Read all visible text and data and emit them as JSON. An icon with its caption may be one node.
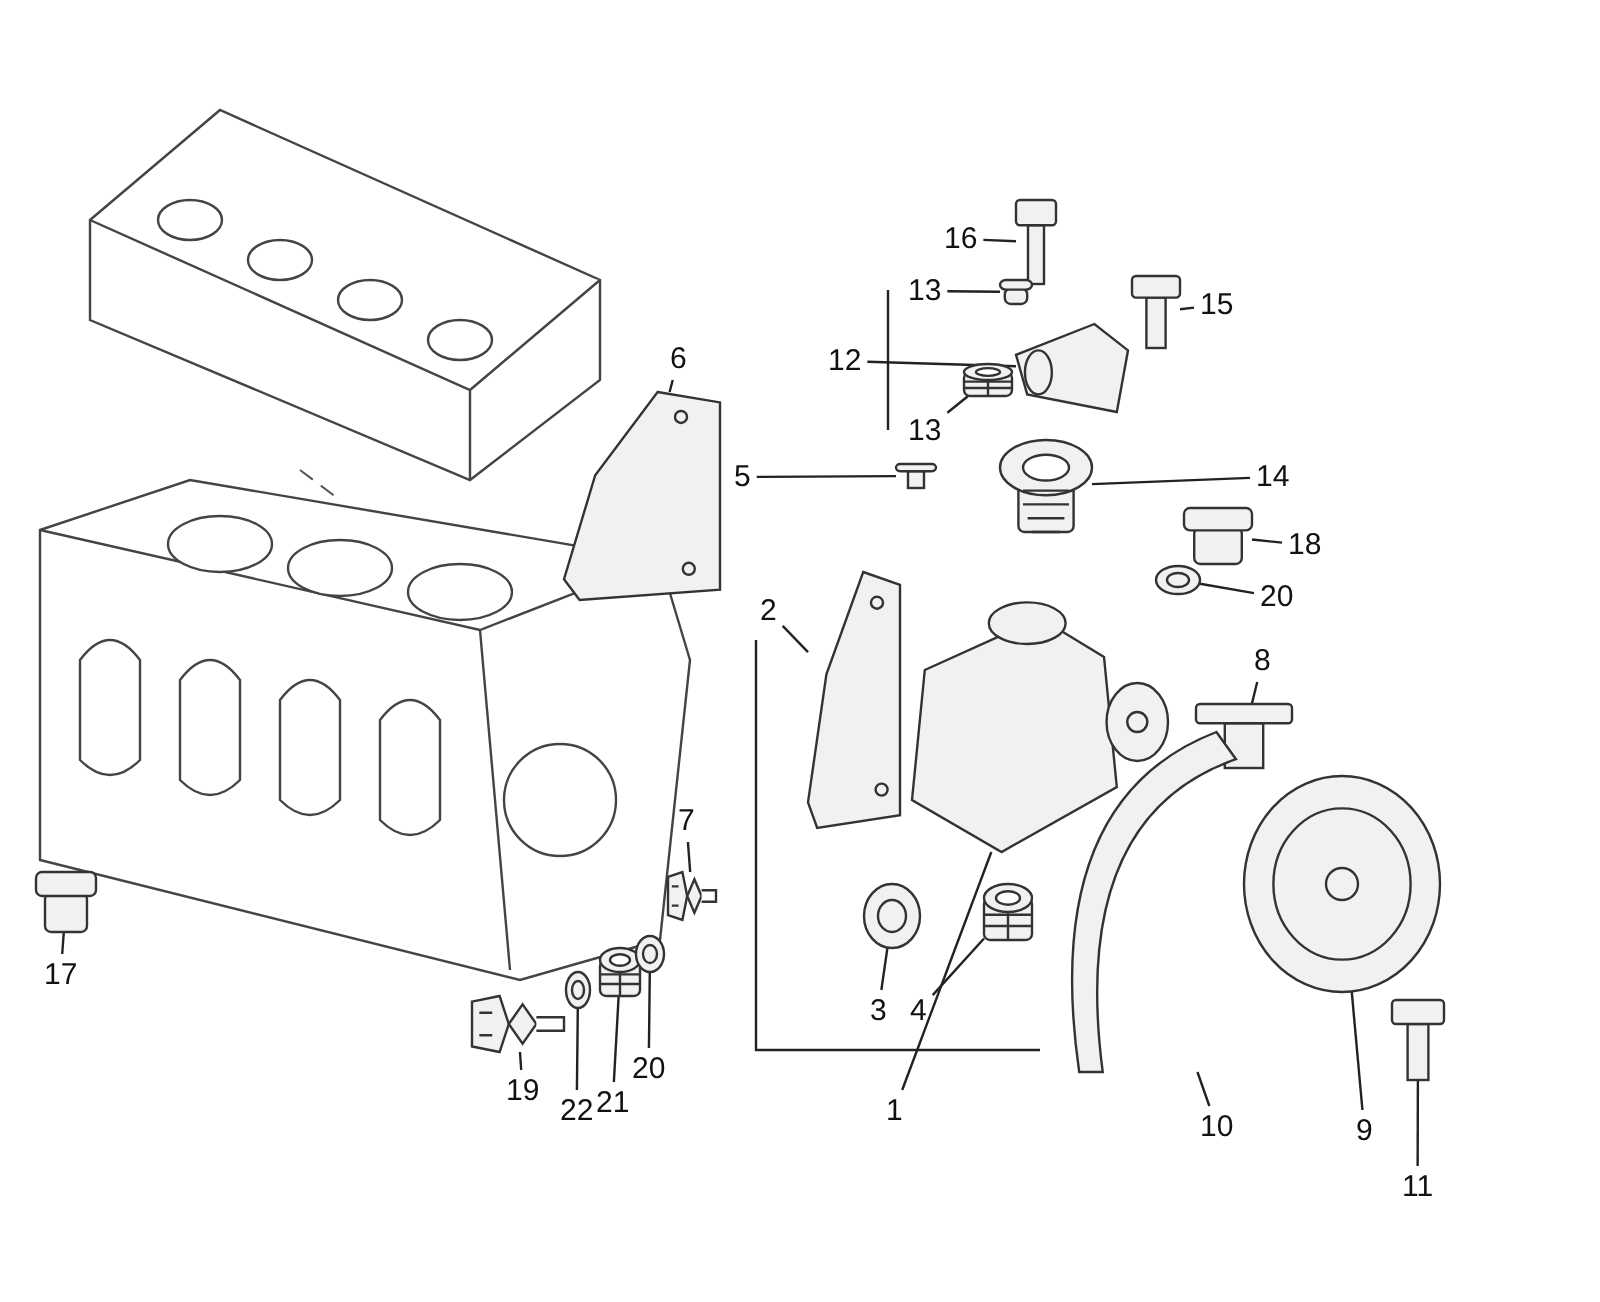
{
  "diagram": {
    "nodes": [
      {
        "text": [
          "16"
        ]
      },
      {
        "text": [],
        "shape": "picture"
      },
      {
        "text": [
          "13"
        ]
      },
      {
        "text": [],
        "shape": "picture"
      },
      {
        "text": [
          "15"
        ]
      },
      {
        "text": [],
        "shape": "picture"
      },
      {
        "text": [
          "12"
        ]
      },
      {
        "text": [],
        "shape": "picture"
      },
      {
        "text": [
          "13"
        ]
      },
      {
        "text": [],
        "shape": "picture"
      },
      {
        "text": [
          "6"
        ]
      },
      {
        "text": [],
        "shape": "picture"
      },
      {
        "text": [
          "14"
        ]
      },
      {
        "text": [],
        "shape": "picture"
      },
      {
        "text": [
          "18"
        ]
      },
      {
        "text": [],
        "shape": "picture"
      },
      {
        "text": [
          "20"
        ]
      },
      {
        "text": [],
        "shape": "picture"
      },
      {
        "text": [
          "5"
        ]
      },
      {
        "text": [],
        "shape": "picture"
      },
      {
        "text": [
          "2"
        ]
      },
      {
        "text": [],
        "shape": "picture"
      },
      {
        "text": [
          "8"
        ]
      },
      {
        "text": [],
        "shape": "picture"
      },
      {
        "text": [
          "7"
        ]
      },
      {
        "text": [],
        "shape": "picture"
      },
      {
        "text": [
          "17"
        ]
      },
      {
        "text": [],
        "shape": "picture"
      },
      {
        "text": [
          "3"
        ]
      },
      {
        "text": [],
        "shape": "picture"
      },
      {
        "text": [
          "4"
        ]
      },
      {
        "text": [],
        "shape": "picture"
      },
      {
        "text": [
          "1"
        ]
      },
      {
        "text": [],
        "shape": "picture"
      },
      {
        "text": [
          "10"
        ]
      },
      {
        "text": [],
        "shape": "picture"
      },
      {
        "text": [
          "9"
        ]
      },
      {
        "text": [],
        "shape": "picture"
      },
      {
        "text": [
          "11"
        ]
      },
      {
        "text": [],
        "shape": "picture"
      },
      {
        "text": [
          "19"
        ]
      },
      {
        "text": [],
        "shape": "picture"
      },
      {
        "text": [
          "22"
        ]
      },
      {
        "text": [],
        "shape": "picture"
      },
      {
        "text": [
          "21"
        ]
      },
      {
        "text": [],
        "shape": "picture"
      },
      {
        "text": [
          "20"
        ]
      },
      {
        "text": [],
        "shape": "picture"
      }
    ],
    "edges": [
      {
        "from": 0,
        "to": 1,
        "arrow": "none"
      },
      {
        "from": 2,
        "to": 3,
        "arrow": "none"
      },
      {
        "from": 4,
        "to": 5,
        "arrow": "none"
      },
      {
        "from": 6,
        "to": 7,
        "arrow": "none"
      },
      {
        "from": 8,
        "to": 9,
        "arrow": "none"
      },
      {
        "from": 10,
        "to": 11,
        "arrow": "none"
      },
      {
        "from": 12,
        "to": 13,
        "arrow": "none"
      },
      {
        "from": 14,
        "to": 15,
        "arrow": "none"
      },
      {
        "from": 16,
        "to": 17,
        "arrow": "none"
      },
      {
        "from": 18,
        "to": 19,
        "arrow": "none"
      },
      {
        "from": 20,
        "to": 21,
        "arrow": "none"
      },
      {
        "from": 22,
        "to": 23,
        "arrow": "none"
      },
      {
        "from": 24,
        "to": 25,
        "arrow": "none"
      },
      {
        "from": 26,
        "to": 27,
        "arrow": "none"
      },
      {
        "from": 28,
        "to": 29,
        "arrow": "none"
      },
      {
        "from": 30,
        "to": 31,
        "arrow": "none"
      },
      {
        "from": 32,
        "to": 33,
        "arrow": "none"
      },
      {
        "from": 34,
        "to": 35,
        "arrow": "none"
      },
      {
        "from": 36,
        "to": 37,
        "arrow": "none"
      },
      {
        "from": 38,
        "to": 39,
        "arrow": "none"
      },
      {
        "from": 40,
        "to": 41,
        "arrow": "none"
      },
      {
        "from": 42,
        "to": 43,
        "arrow": "none"
      },
      {
        "from": 44,
        "to": 45,
        "arrow": "none"
      },
      {
        "from": 46,
        "to": 47,
        "arrow": "none"
      }
    ]
  }
}
